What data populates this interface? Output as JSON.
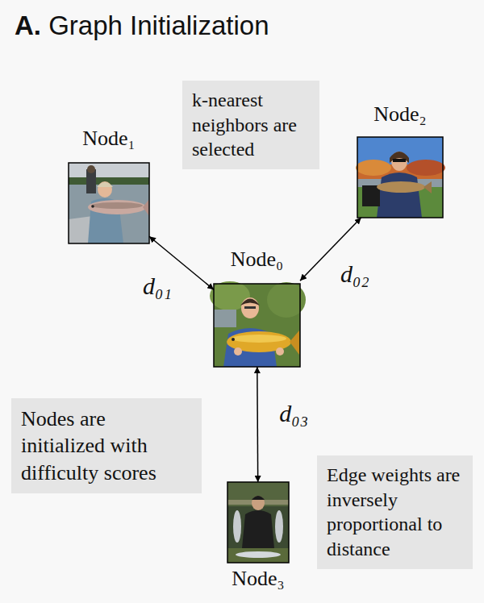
{
  "diagram": {
    "title": "A. Graph Initialization",
    "nodes": [
      {
        "text": [
          "k-nearest neighbors are selected"
        ]
      },
      {
        "text": [
          "Node₁"
        ]
      },
      {
        "text": [
          "Node₂"
        ]
      },
      {
        "text": [
          "Node₀"
        ]
      },
      {
        "text": [
          "Nodes are initialized with difficulty scores"
        ]
      },
      {
        "text": [
          "Edge weights are inversely proportional to distance"
        ]
      },
      {
        "text": [
          "Node₃"
        ]
      }
    ],
    "edges": [
      {
        "from": 3,
        "to": 1,
        "arrow": "both",
        "label": "d₀₁"
      },
      {
        "from": 3,
        "to": 2,
        "arrow": "both",
        "label": "d₀₂"
      },
      {
        "from": 3,
        "to": 6,
        "arrow": "both",
        "label": "d₀₃"
      }
    ]
  }
}
